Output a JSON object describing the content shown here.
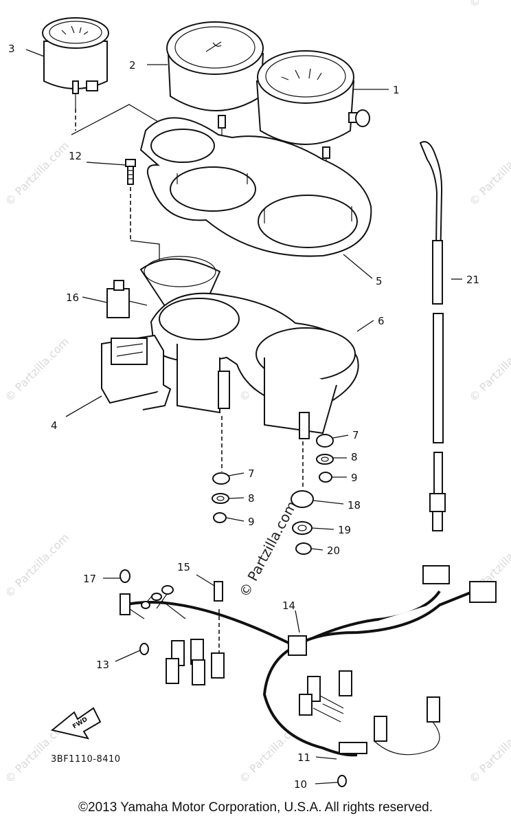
{
  "diagram": {
    "part_code": "3BF1110-8410",
    "direction_label": "FWD",
    "copyright": "©2013 Yamaha Motor Corporation, U.S.A. All rights reserved.",
    "watermark": "© Partzilla.com",
    "watermark_center": "© Partzilla.com",
    "callouts": {
      "c1": "1",
      "c2": "2",
      "c3": "3",
      "c4": "4",
      "c5": "5",
      "c6": "6",
      "c7a": "7",
      "c7b": "7",
      "c8a": "8",
      "c8b": "8",
      "c9a": "9",
      "c9b": "9",
      "c10": "10",
      "c11": "11",
      "c12": "12",
      "c13": "13",
      "c14": "14",
      "c15": "15",
      "c16": "16",
      "c17": "17",
      "c18": "18",
      "c19": "19",
      "c20": "20",
      "c21": "21"
    }
  },
  "colors": {
    "ink": "#111111",
    "watermark": "#d9d9d9"
  }
}
